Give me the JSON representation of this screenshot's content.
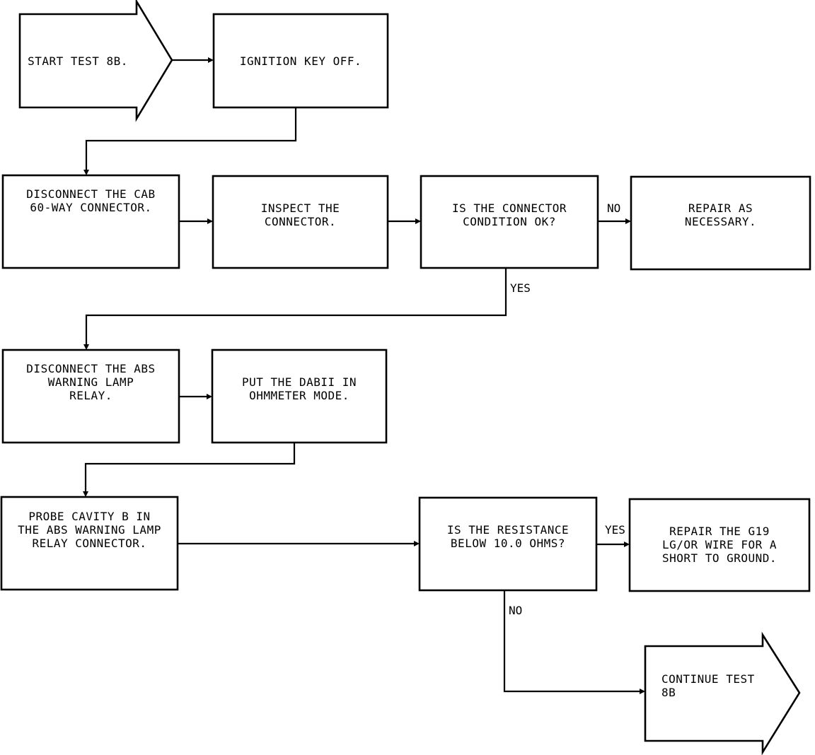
{
  "nodes": {
    "start": "START TEST 8B.",
    "ignition_off": "IGNITION KEY OFF.",
    "disconnect_cab": "DISCONNECT THE CAB\n60-WAY CONNECTOR.",
    "inspect_connector": "INSPECT THE\nCONNECTOR.",
    "connector_ok": "IS THE CONNECTOR\nCONDITION OK?",
    "repair_necessary": "REPAIR AS\nNECESSARY.",
    "disconnect_abs": "DISCONNECT THE ABS\nWARNING LAMP\nRELAY.",
    "dabii_mode": "PUT THE DABII IN\nOHMMETER MODE.",
    "probe_cavity": "PROBE CAVITY B IN\nTHE ABS WARNING LAMP\nRELAY CONNECTOR.",
    "resistance_check": "IS THE RESISTANCE\nBELOW 10.0 OHMS?",
    "repair_g19": "REPAIR THE G19\nLG/OR WIRE FOR A\nSHORT TO GROUND.",
    "continue": "CONTINUE TEST\n8B"
  },
  "edge_labels": {
    "connector_no": "NO",
    "connector_yes": "YES",
    "resistance_yes": "YES",
    "resistance_no": "NO"
  }
}
